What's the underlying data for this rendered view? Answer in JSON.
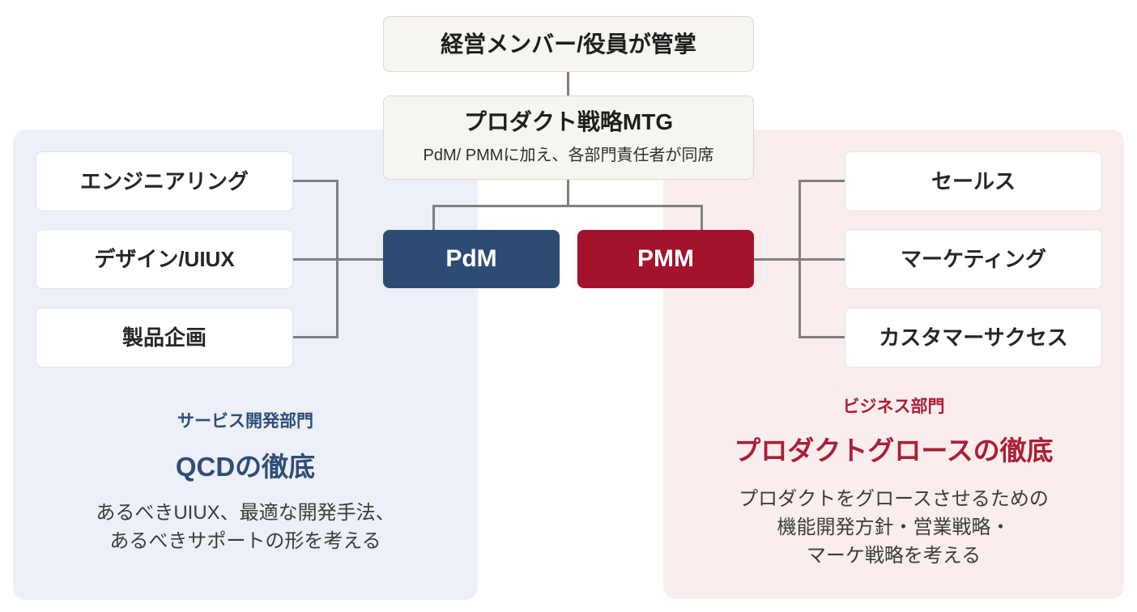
{
  "colors": {
    "pdm_blue": "#2d4c74",
    "pmm_red": "#a3132d",
    "left_panel_bg": "#edf0f8",
    "right_panel_bg": "#f9eded",
    "top_box_bg": "#f6f5f0",
    "line_gray": "#808080",
    "dev_text_blue": "#2e4d78",
    "biz_text_red": "#aa1f37"
  },
  "top": {
    "management_label": "経営メンバー/役員が管掌",
    "strategy_mtg": {
      "title": "プロダクト戦略MTG",
      "subtitle": "PdM/ PMMに加え、各部門責任者が同席"
    }
  },
  "roles": {
    "pdm": "PdM",
    "pmm": "PMM"
  },
  "left_panel": {
    "departments": [
      "エンジニアリング",
      "デザイン/UIUX",
      "製品企画"
    ],
    "group_label": "サービス開発部門",
    "headline": "QCDの徹底",
    "description_lines": [
      "あるべきUIUX、最適な開発手法、",
      "あるべきサポートの形を考える"
    ]
  },
  "right_panel": {
    "departments": [
      "セールス",
      "マーケティング",
      "カスタマーサクセス"
    ],
    "group_label": "ビジネス部門",
    "headline": "プロダクトグロースの徹底",
    "description_lines": [
      "プロダクトをグロースさせるための",
      "機能開発方針・営業戦略・",
      "マーケ戦略を考える"
    ]
  }
}
